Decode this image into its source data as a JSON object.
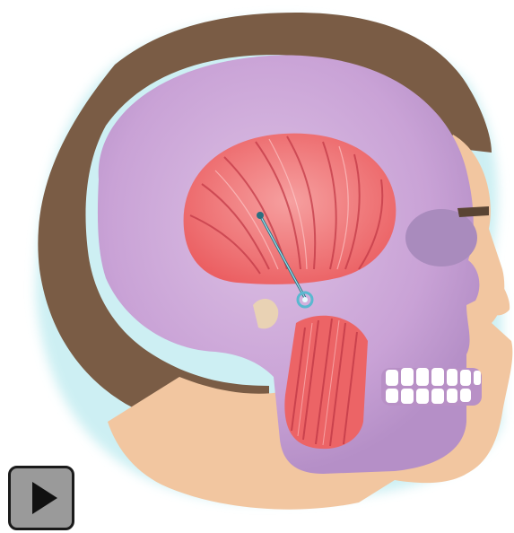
{
  "illustration": {
    "subject": "lateral-head-anatomy",
    "icons": [
      "temporalis-muscle",
      "masseter-muscle",
      "jaw-joint",
      "teeth",
      "skull",
      "hair",
      "face-profile"
    ]
  },
  "controls": {
    "play_icon": "play-icon",
    "play_label": ""
  },
  "colors": {
    "hair": "#7a5c45",
    "skin": "#f2c6a0",
    "skull": "#c9a2d6",
    "skull_dark": "#a98bbd",
    "muscle": "#ef6b6b",
    "muscle_stripe": "#c23a47",
    "teeth": "#ffffff",
    "joint": "#5ab8d0",
    "glow": "#c8eef2",
    "button_bg": "#9a9a9a",
    "button_border": "#1a1a1a"
  }
}
